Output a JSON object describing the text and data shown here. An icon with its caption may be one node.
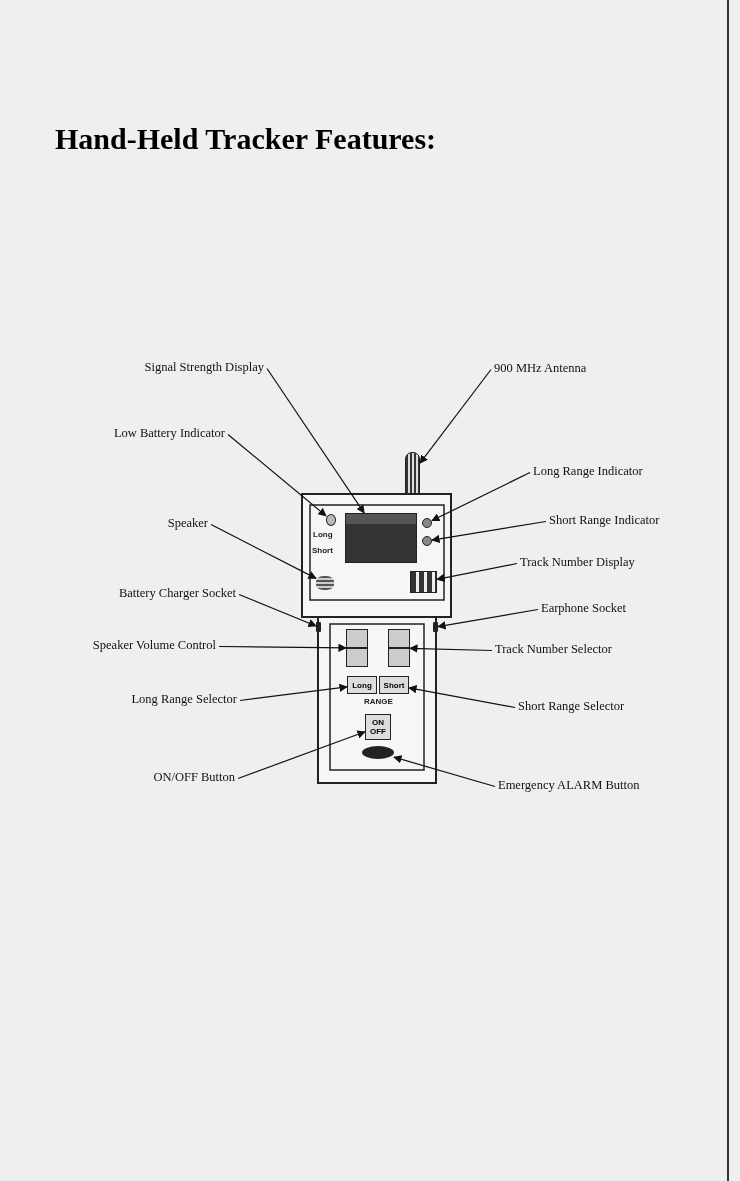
{
  "diagram": {
    "title": "Hand-Held Tracker Features:",
    "nodes": [
      {
        "text": [
          "Signal Strength Display"
        ]
      },
      {
        "text": [
          "900 MHz Antenna"
        ]
      },
      {
        "text": [
          "Low Battery Indicator"
        ]
      },
      {
        "text": [
          "Long Range Indicator"
        ]
      },
      {
        "text": [
          "Speaker"
        ]
      },
      {
        "text": [
          "Short Range Indicator"
        ]
      },
      {
        "text": [
          "Battery Charger Socket"
        ]
      },
      {
        "text": [
          "Track Number Display"
        ]
      },
      {
        "text": [
          "Earphone Socket"
        ]
      },
      {
        "text": [
          "Speaker Volume Control"
        ]
      },
      {
        "text": [
          "Track Number Selector"
        ]
      },
      {
        "text": [
          "Long Range Selector"
        ]
      },
      {
        "text": [
          "Short Range Selector"
        ]
      },
      {
        "text": [
          "ON/OFF Button"
        ]
      },
      {
        "text": [
          "Emergency ALARM Button"
        ]
      },
      {
        "text": [],
        "shape": "antenna"
      },
      {
        "text": [],
        "shape": "box"
      },
      {
        "text": [],
        "shape": "circle"
      },
      {
        "text": [],
        "shape": "circle"
      },
      {
        "text": [],
        "shape": "circle"
      },
      {
        "text": [],
        "shape": "speaker"
      },
      {
        "text": [],
        "shape": "box"
      },
      {
        "text": [],
        "shape": "box"
      },
      {
        "text": [],
        "shape": "box"
      },
      {
        "text": [
          "Long"
        ]
      },
      {
        "text": [
          "Short"
        ]
      },
      {
        "text": [
          "ON OFF"
        ]
      },
      {
        "text": [],
        "shape": "ellipse"
      },
      {
        "text": [],
        "shape": "socket"
      },
      {
        "text": [],
        "shape": "socket"
      }
    ],
    "edges": [
      {
        "from": 0,
        "to": 16,
        "arrow": "to"
      },
      {
        "from": 1,
        "to": 15,
        "arrow": "to"
      },
      {
        "from": 2,
        "to": 17,
        "arrow": "to"
      },
      {
        "from": 3,
        "to": 18,
        "arrow": "to"
      },
      {
        "from": 4,
        "to": 20,
        "arrow": "to"
      },
      {
        "from": 5,
        "to": 19,
        "arrow": "to"
      },
      {
        "from": 6,
        "to": 28,
        "arrow": "to"
      },
      {
        "from": 7,
        "to": 21,
        "arrow": "to"
      },
      {
        "from": 8,
        "to": 29,
        "arrow": "to"
      },
      {
        "from": 9,
        "to": 22,
        "arrow": "to"
      },
      {
        "from": 10,
        "to": 23,
        "arrow": "to"
      },
      {
        "from": 11,
        "to": 24,
        "arrow": "to"
      },
      {
        "from": 12,
        "to": 25,
        "arrow": "to"
      },
      {
        "from": 13,
        "to": 26,
        "arrow": "to"
      },
      {
        "from": 14,
        "to": 27,
        "arrow": "to"
      }
    ],
    "labels": [
      "Long",
      "Short",
      "RANGE"
    ]
  }
}
